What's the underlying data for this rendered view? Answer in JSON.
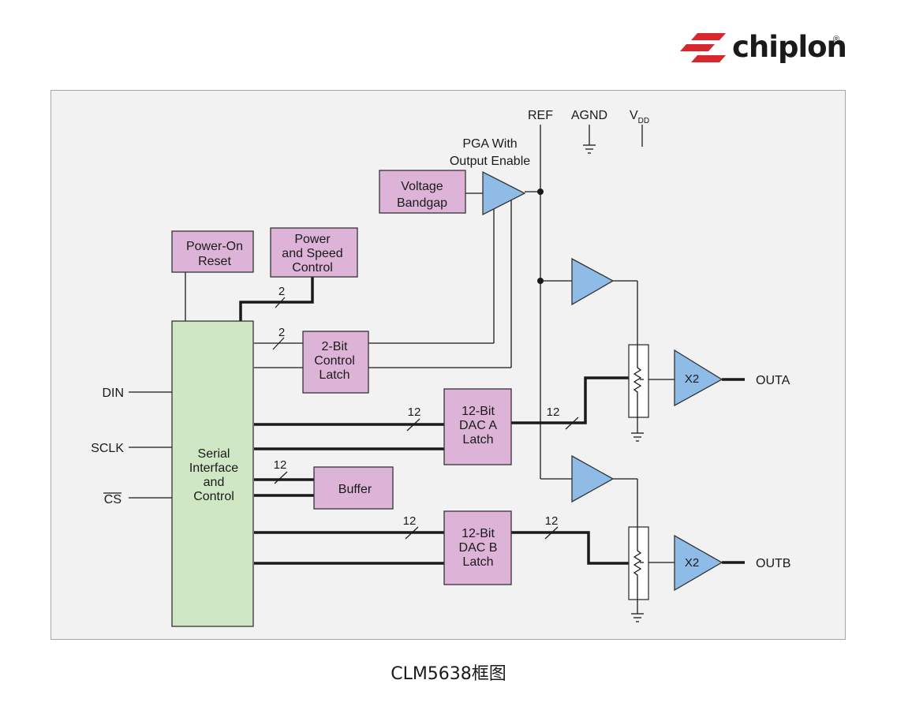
{
  "brand": {
    "name": "chiplon",
    "registered_mark": "®",
    "colors": {
      "mark": "#d7262c",
      "text": "#1a1a1a"
    }
  },
  "caption": "CLM5638框图",
  "colors": {
    "panel": "#f2f2f2",
    "block_fill": "#ddb4d8",
    "serial_fill": "#cfe7c5",
    "amp_fill": "#8fbce6",
    "line": "#1a1a1a"
  },
  "blocks": {
    "voltage_bandgap": [
      "Voltage",
      "Bandgap"
    ],
    "power_on_reset": [
      "Power-On",
      "Reset"
    ],
    "power_speed": [
      "Power",
      "and Speed",
      "Control"
    ],
    "control_latch": [
      "2-Bit",
      "Control",
      "Latch"
    ],
    "dac_a_latch": [
      "12-Bit",
      "DAC A",
      "Latch"
    ],
    "dac_b_latch": [
      "12-Bit",
      "DAC B",
      "Latch"
    ],
    "buffer": [
      "Buffer"
    ],
    "serial": [
      "Serial",
      "Interface",
      "and",
      "Control"
    ]
  },
  "labels": {
    "pga": [
      "PGA With",
      "Output Enable"
    ],
    "ref": "REF",
    "agnd": "AGND",
    "vdd_main": "V",
    "vdd_sub": "DD",
    "amp_a": "X2",
    "amp_b": "X2",
    "out_a": "OUTA",
    "out_b": "OUTB",
    "din": "DIN",
    "sclk": "SCLK",
    "cs": "CS"
  },
  "bus_widths": {
    "power_speed": "2",
    "control_latch": "2",
    "dac_a_in": "12",
    "dac_a_out": "12",
    "buffer_in": "12",
    "dac_b_in": "12",
    "dac_b_out": "12"
  }
}
